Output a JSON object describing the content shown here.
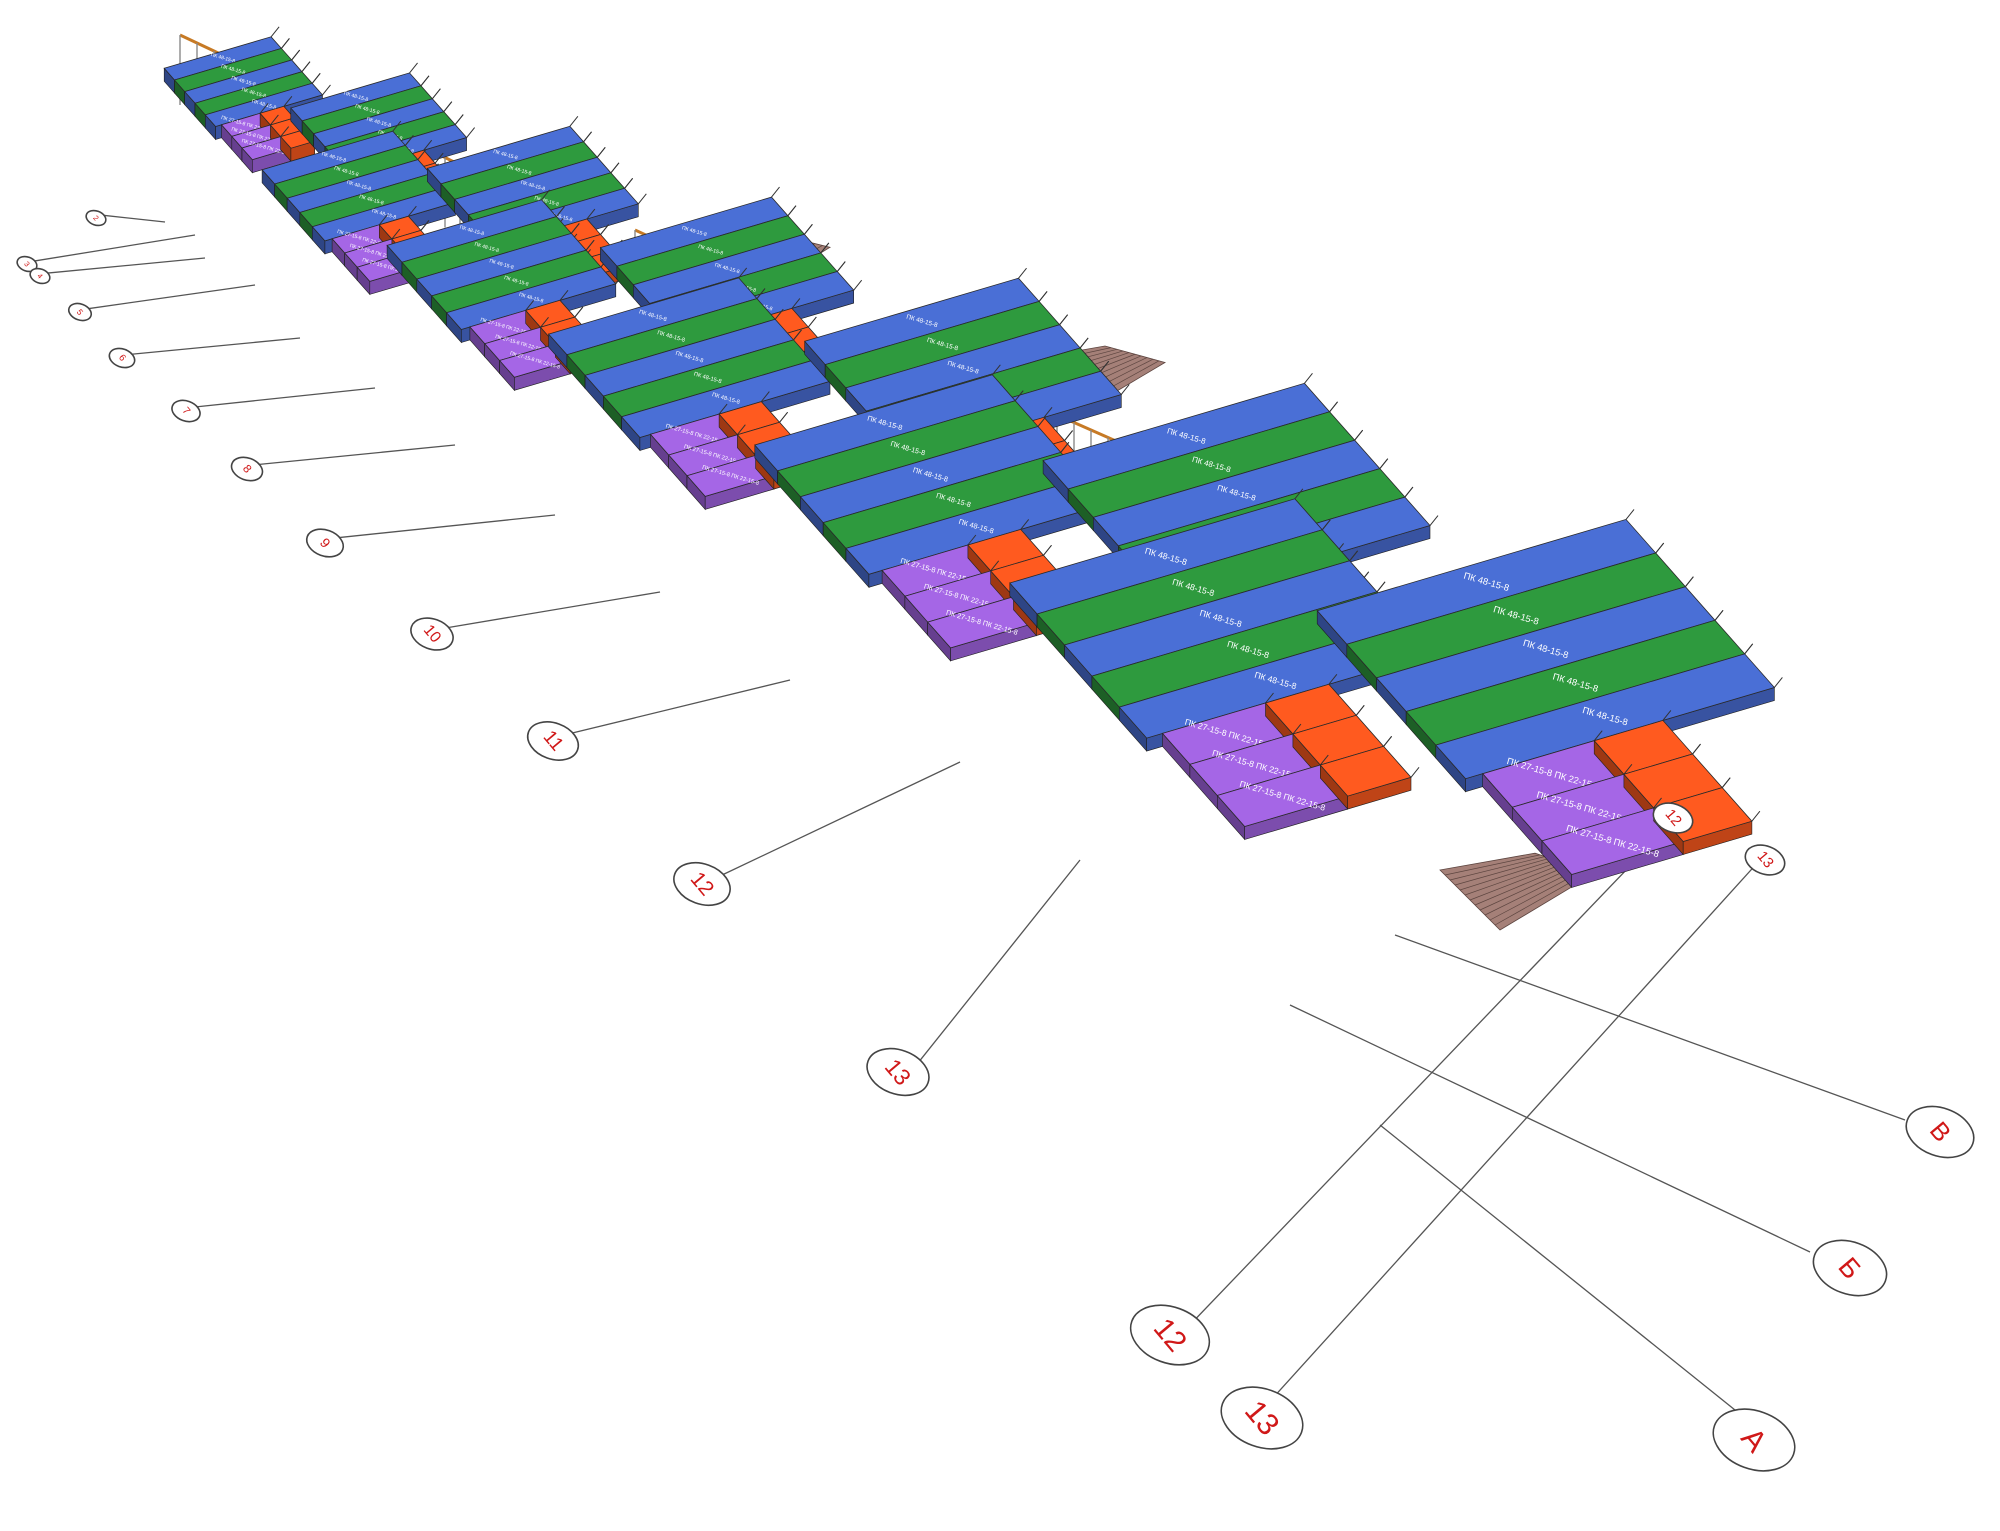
{
  "colors": {
    "blue": "#4a6fd6",
    "green": "#2e9a3e",
    "purple": "#a566e6",
    "orange": "#ff5a1f",
    "stair": "#a58078",
    "rail": "#c77a25",
    "bubble_text": "#d01818"
  },
  "slab_labels": {
    "blue_green": "ПК 48-15-8",
    "purple_orange": "ПК 27-15-8 ПК 22-15-8"
  },
  "grid_axes": {
    "numbered": [
      "2",
      "3",
      "4",
      "5",
      "6",
      "7",
      "8",
      "9",
      "10",
      "11",
      "12",
      "13"
    ],
    "lettered": [
      "А",
      "Б",
      "В"
    ]
  }
}
